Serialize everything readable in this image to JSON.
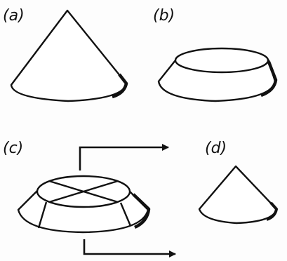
{
  "labels": {
    "a": "(a)",
    "b": "(b)",
    "c": "(c)",
    "d": "(d)"
  },
  "colors": {
    "ink": "#111111",
    "paper": "#fdfdfd",
    "fill": "#ffffff"
  }
}
